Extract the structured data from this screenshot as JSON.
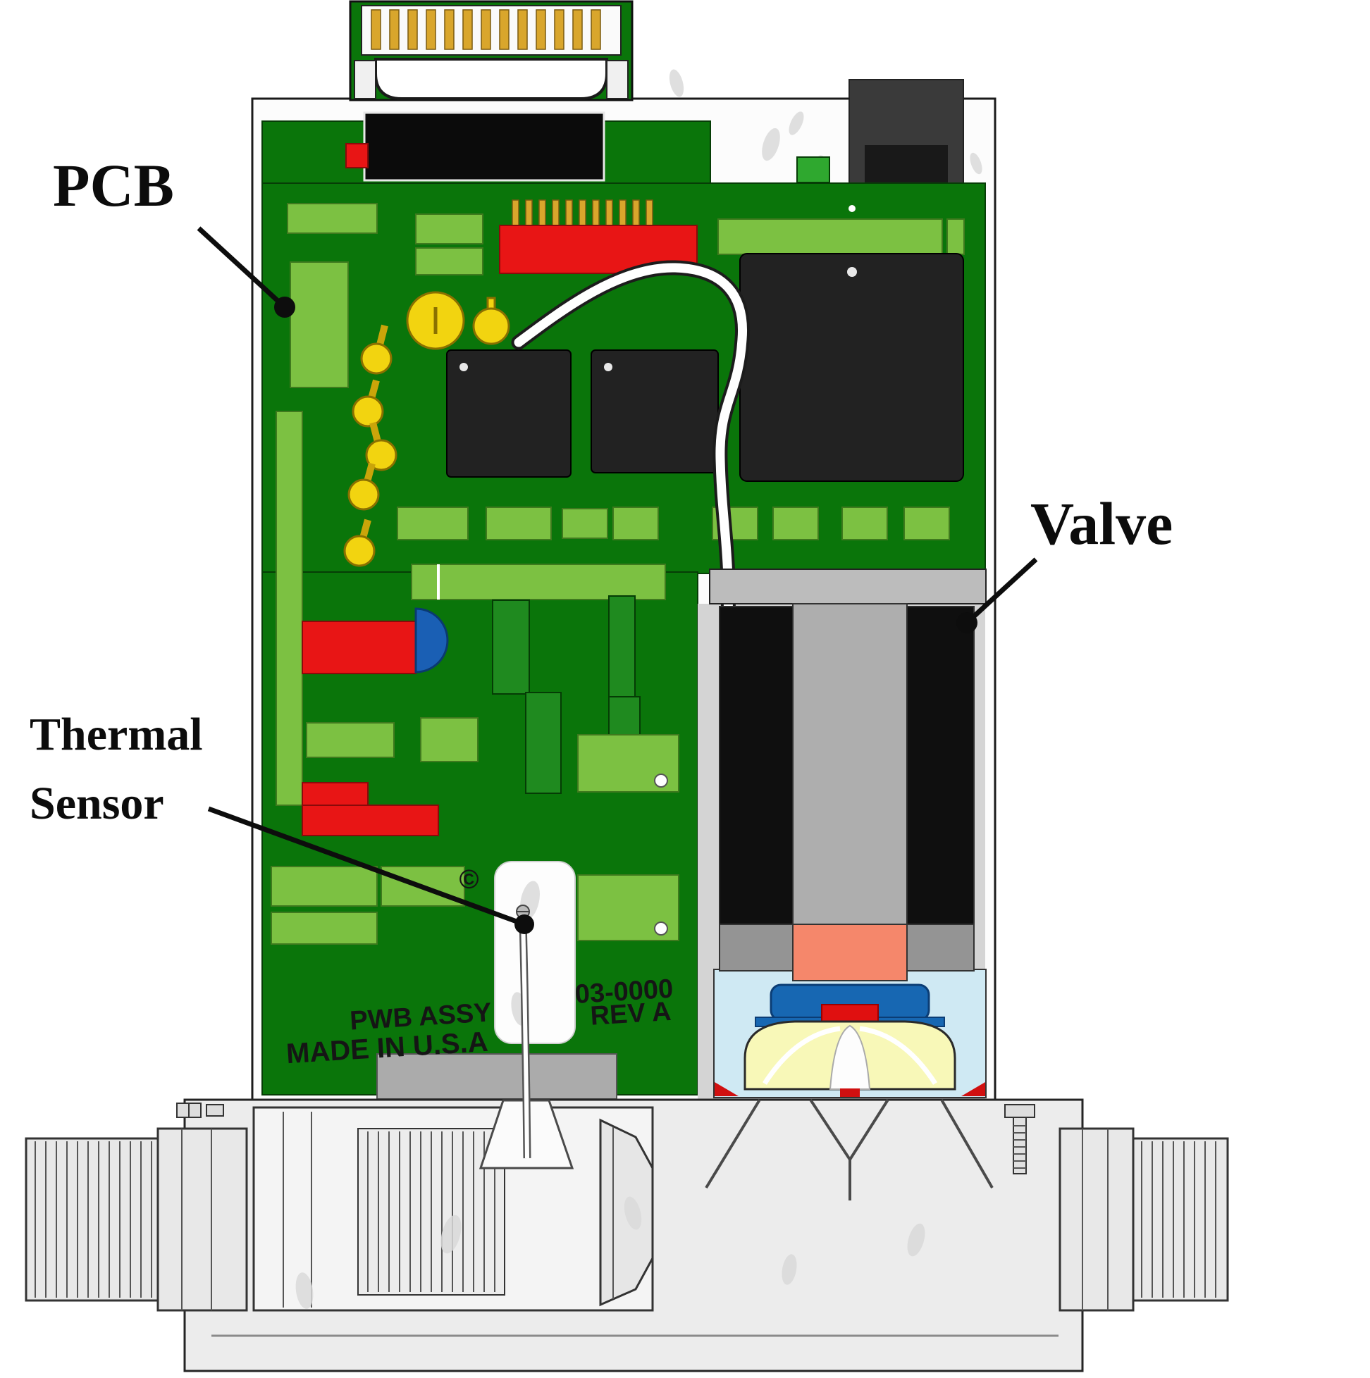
{
  "labels": {
    "pcb": "PCB",
    "valve": "Valve",
    "thermal_line1": "Thermal",
    "thermal_line2": "Sensor"
  },
  "pcb_silkscreen": {
    "assy": "PWB ASSY",
    "part_number": "03-0000",
    "origin": "MADE IN U.S.A",
    "revision": "REV A",
    "copyright_mark": "©"
  },
  "colors": {
    "pcb_green": "#0a750a",
    "component_light_green": "#7cc142",
    "component_dark_green": "#1f8a1f",
    "component_red": "#e81515",
    "chip_black": "#1d1d1d",
    "standoff_yellow": "#f2d410",
    "connector_gold": "#d9a62c",
    "valve_coil_black": "#0f0f0f",
    "valve_body_gray": "#aeaeae",
    "valve_seat_orange": "#f5876b",
    "valve_chamber_blue": "#cfe9f3",
    "valve_armature_blue": "#1767b2",
    "diaphragm_yellow": "#f8f8b8",
    "housing_gray": "#ececec",
    "label_black": "#0c0c0c"
  }
}
